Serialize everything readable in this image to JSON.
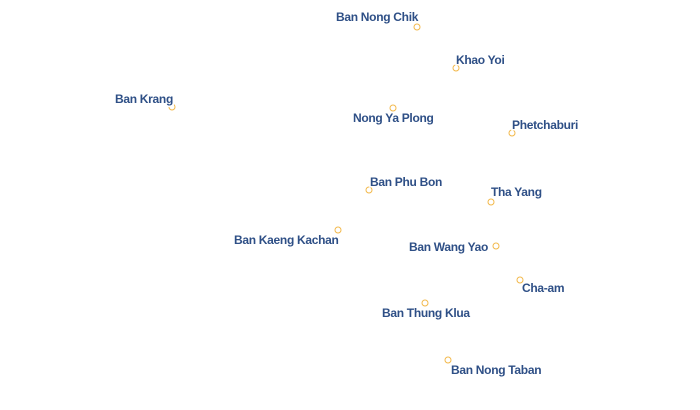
{
  "map": {
    "marker_color": "#f2b84a",
    "label_color": "#2e4f86",
    "places": [
      {
        "name": "Ban Nong Chik"
      },
      {
        "name": "Khao Yoi"
      },
      {
        "name": "Ban Krang"
      },
      {
        "name": "Nong Ya Plong"
      },
      {
        "name": "Phetchaburi"
      },
      {
        "name": "Ban Phu Bon"
      },
      {
        "name": "Tha Yang"
      },
      {
        "name": "Ban Kaeng Kachan"
      },
      {
        "name": "Ban Wang Yao"
      },
      {
        "name": "Cha-am"
      },
      {
        "name": "Ban Thung Klua"
      },
      {
        "name": "Ban Nong Taban"
      }
    ]
  }
}
